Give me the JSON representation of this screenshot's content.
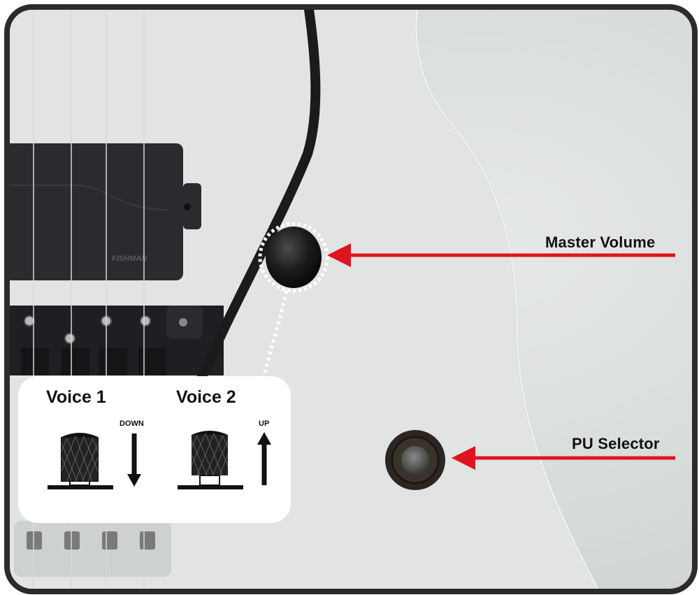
{
  "callouts": {
    "master_volume": "Master Volume",
    "pu_selector": "PU Selector"
  },
  "voice_panel": {
    "voice1": {
      "title": "Voice 1",
      "direction": "DOWN"
    },
    "voice2": {
      "title": "Voice 2",
      "direction": "UP"
    }
  },
  "pickup_brand": "FISHMAN",
  "colors": {
    "arrow": "#e0141e",
    "frame": "#2b2b2b",
    "body": "#d9dddb",
    "pickup": "#2a2b2f"
  }
}
